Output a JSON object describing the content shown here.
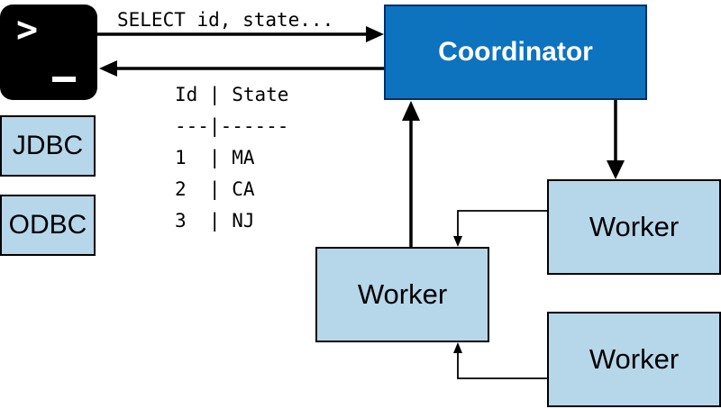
{
  "terminal": {
    "icon": "terminal-icon",
    "prompt": ">"
  },
  "drivers": [
    {
      "label": "JDBC"
    },
    {
      "label": "ODBC"
    }
  ],
  "query": "SELECT id, state...",
  "result_table": {
    "lines": [
      "Id | State",
      "---|------",
      "1  | MA",
      "2  | CA",
      "3  | NJ"
    ]
  },
  "coordinator": {
    "label": "Coordinator"
  },
  "workers": [
    {
      "label": "Worker"
    },
    {
      "label": "Worker"
    },
    {
      "label": "Worker"
    }
  ],
  "colors": {
    "coordinator_fill": "#0d73bf",
    "worker_fill": "#b6d6ea",
    "terminal_fill": "#000000"
  }
}
